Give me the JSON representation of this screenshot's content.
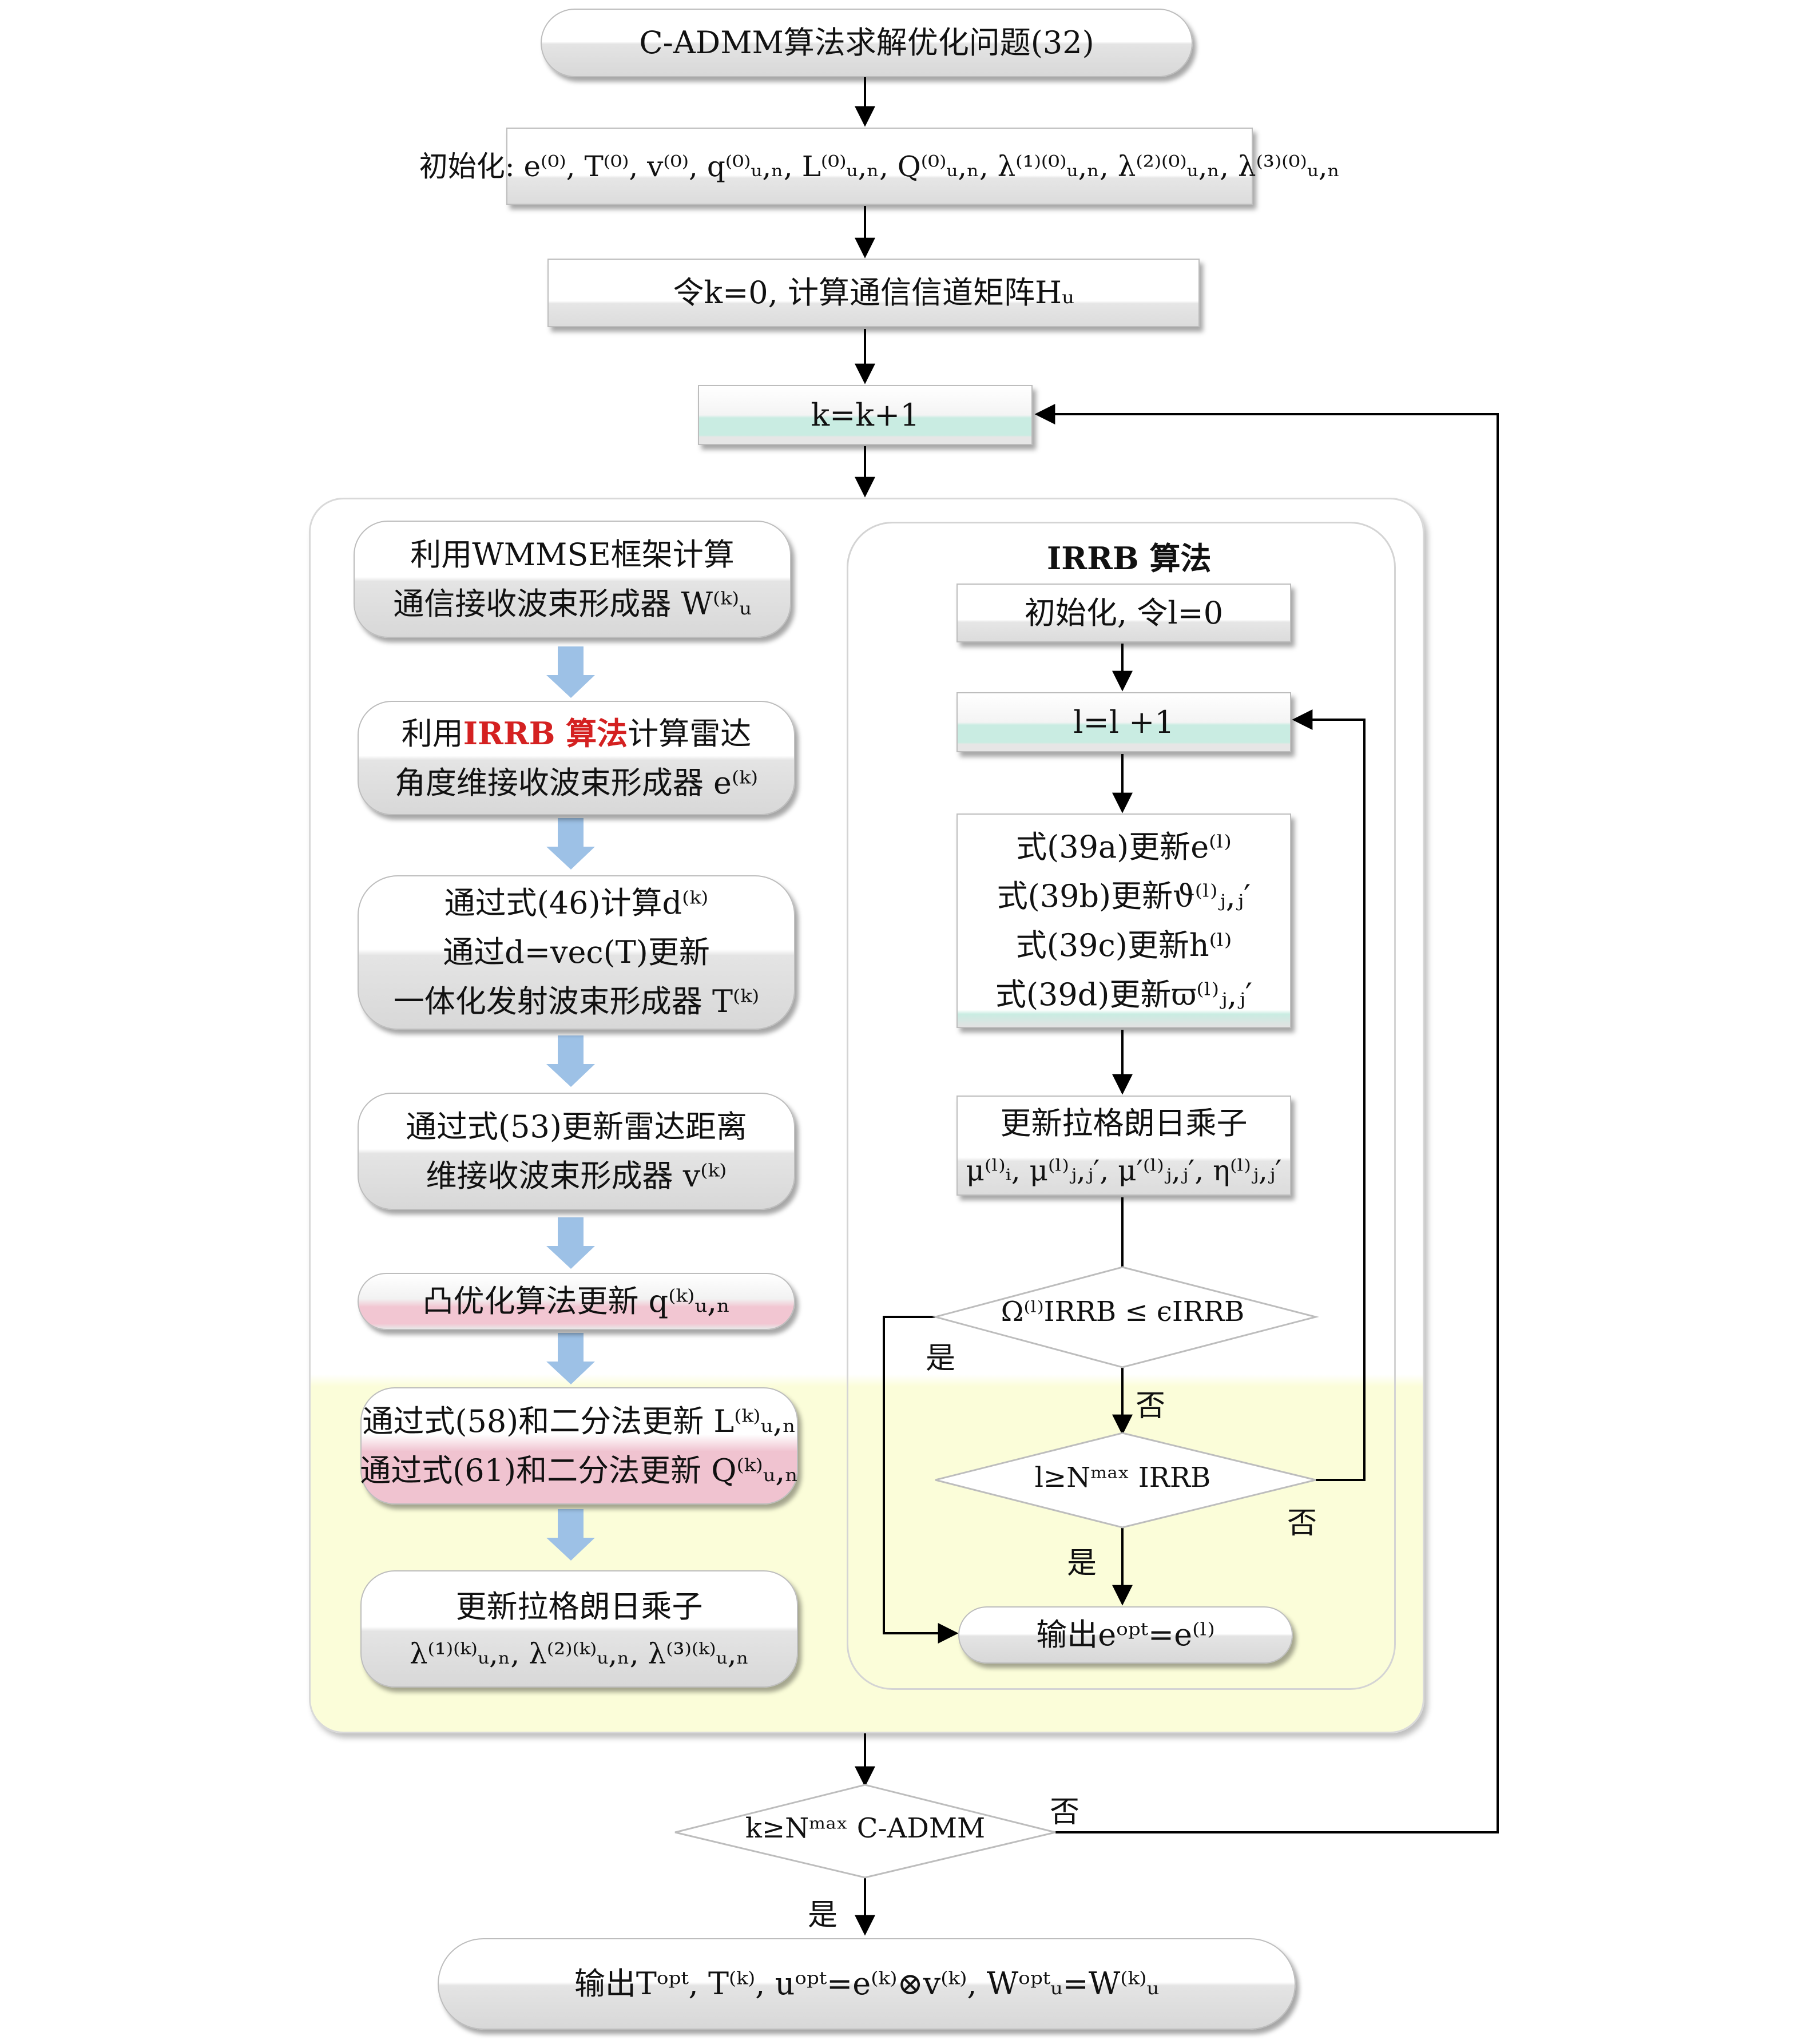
{
  "title_node": "C-ADMM算法求解优化问题(32)",
  "init_node": "初始化: e⁽⁰⁾, T⁽⁰⁾, v⁽⁰⁾, q⁽⁰⁾ᵤ,ₙ, L⁽⁰⁾ᵤ,ₙ, Q⁽⁰⁾ᵤ,ₙ, λ⁽¹⁾⁽⁰⁾ᵤ,ₙ, λ⁽²⁾⁽⁰⁾ᵤ,ₙ, λ⁽³⁾⁽⁰⁾ᵤ,ₙ",
  "set_k_node": "令k=0, 计算通信信道矩阵Hᵤ",
  "k_incr_node": "k=k+1",
  "left_column": {
    "step1_line1": "利用WMMSE框架计算",
    "step1_line2": "通信接收波束形成器 W⁽ᵏ⁾ᵤ",
    "step2_line1_a": "利用",
    "step2_line1_red": "IRRB 算法",
    "step2_line1_b": "计算雷达",
    "step2_line2": "角度维接收波束形成器 e⁽ᵏ⁾",
    "step3_line1": "通过式(46)计算d⁽ᵏ⁾",
    "step3_line2": "通过d=vec(T)更新",
    "step3_line3": "一体化发射波束形成器 T⁽ᵏ⁾",
    "step4_line1": "通过式(53)更新雷达距离",
    "step4_line2": "维接收波束形成器 v⁽ᵏ⁾",
    "step5_line1": "凸优化算法更新 q⁽ᵏ⁾ᵤ,ₙ",
    "step6_line1": "通过式(58)和二分法更新 L⁽ᵏ⁾ᵤ,ₙ",
    "step6_line2": "通过式(61)和二分法更新 Q⁽ᵏ⁾ᵤ,ₙ",
    "step7_line1": "更新拉格朗日乘子",
    "step7_line2": "λ⁽¹⁾⁽ᵏ⁾ᵤ,ₙ, λ⁽²⁾⁽ᵏ⁾ᵤ,ₙ, λ⁽³⁾⁽ᵏ⁾ᵤ,ₙ"
  },
  "irrb_panel": {
    "title": "IRRB 算法",
    "init": "初始化, 令l=0",
    "l_incr": "l=l +1",
    "eq1": "式(39a)更新e⁽ˡ⁾",
    "eq2": "式(39b)更新ϑ⁽ˡ⁾ⱼ,ⱼ′",
    "eq3": "式(39c)更新h⁽ˡ⁾",
    "eq4": "式(39d)更新ϖ⁽ˡ⁾ⱼ,ⱼ′",
    "lagrange_line1": "更新拉格朗日乘子",
    "lagrange_line2": "μ⁽ˡ⁾ᵢ, μ⁽ˡ⁾ⱼ,ⱼ′, μ′⁽ˡ⁾ⱼ,ⱼ′, η⁽ˡ⁾ⱼ,ⱼ′",
    "decision1": "Ω⁽ˡ⁾IRRB ≤ ϵIRRB",
    "decision2": "l≥Nᵐᵃˣ IRRB",
    "output": "输出eᵒᵖᵗ=e⁽ˡ⁾",
    "yes1": "是",
    "no1": "否",
    "no2": "否",
    "yes2": "是"
  },
  "decision_outer": "k≥Nᵐᵃˣ C-ADMM",
  "outer_no": "否",
  "outer_yes": "是",
  "final_node": "输出Tᵒᵖᵗ, T⁽ᵏ⁾, uᵒᵖᵗ=e⁽ᵏ⁾⊗v⁽ᵏ⁾, Wᵒᵖᵗᵤ=W⁽ᵏ⁾ᵤ",
  "colors": {
    "panel_top": "#ffffff",
    "panel_bottom": "#fbfdd9",
    "mint": "#c9ece2",
    "pink": "#f2c6d2",
    "red_text": "#d42121",
    "arrow_blue": "#9dc1e6"
  }
}
